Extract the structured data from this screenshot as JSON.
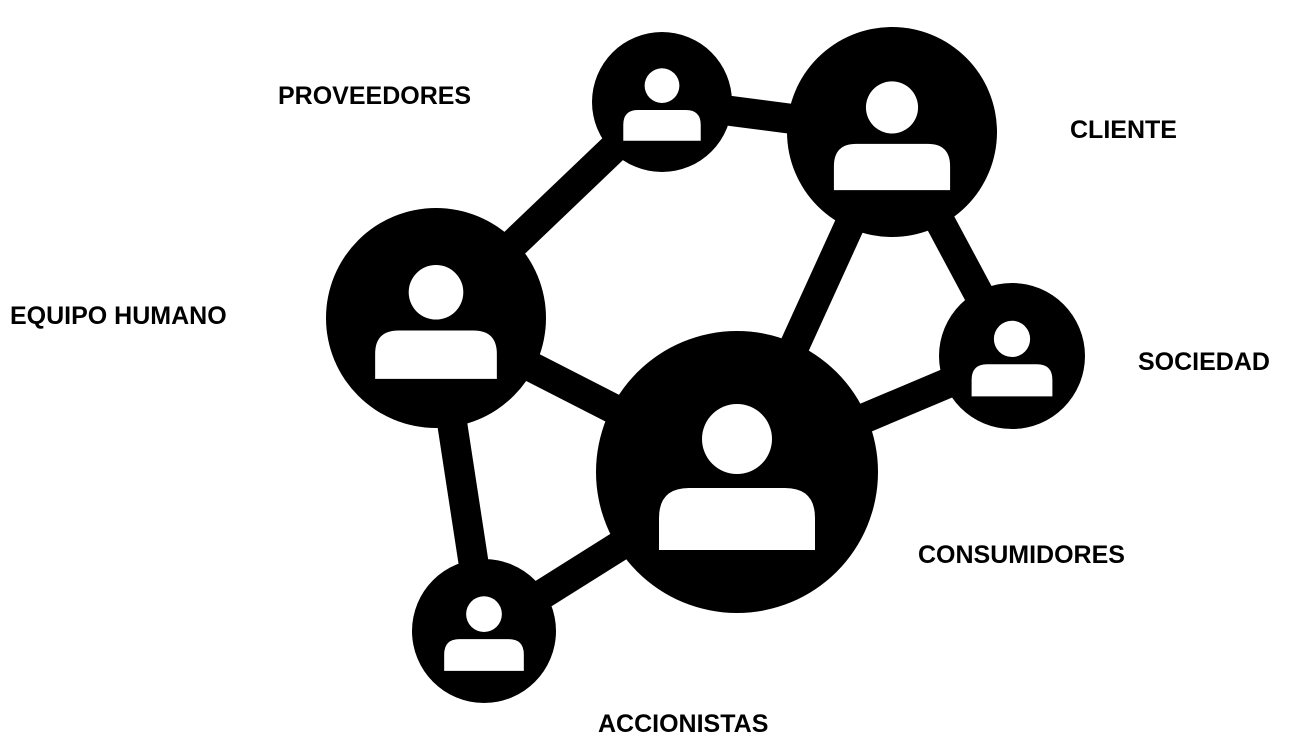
{
  "diagram": {
    "nodes": [
      {
        "id": "proveedores",
        "label": "PROVEEDORES",
        "icon": "person-icon"
      },
      {
        "id": "cliente",
        "label": "CLIENTE",
        "icon": "person-icon"
      },
      {
        "id": "equipo",
        "label": "EQUIPO HUMANO",
        "icon": "person-icon"
      },
      {
        "id": "sociedad",
        "label": "SOCIEDAD",
        "icon": "person-icon"
      },
      {
        "id": "consumidores",
        "label": "CONSUMIDORES",
        "icon": "person-icon"
      },
      {
        "id": "accionistas",
        "label": "ACCIONISTAS",
        "icon": "person-icon"
      }
    ],
    "edges": [
      [
        "proveedores",
        "cliente"
      ],
      [
        "proveedores",
        "equipo"
      ],
      [
        "cliente",
        "consumidores"
      ],
      [
        "cliente",
        "sociedad"
      ],
      [
        "equipo",
        "consumidores"
      ],
      [
        "equipo",
        "accionistas"
      ],
      [
        "consumidores",
        "sociedad"
      ],
      [
        "consumidores",
        "accionistas"
      ]
    ],
    "colors": {
      "node_fill": "#000000",
      "edge": "#000000",
      "icon": "#ffffff",
      "text": "#000000"
    }
  }
}
